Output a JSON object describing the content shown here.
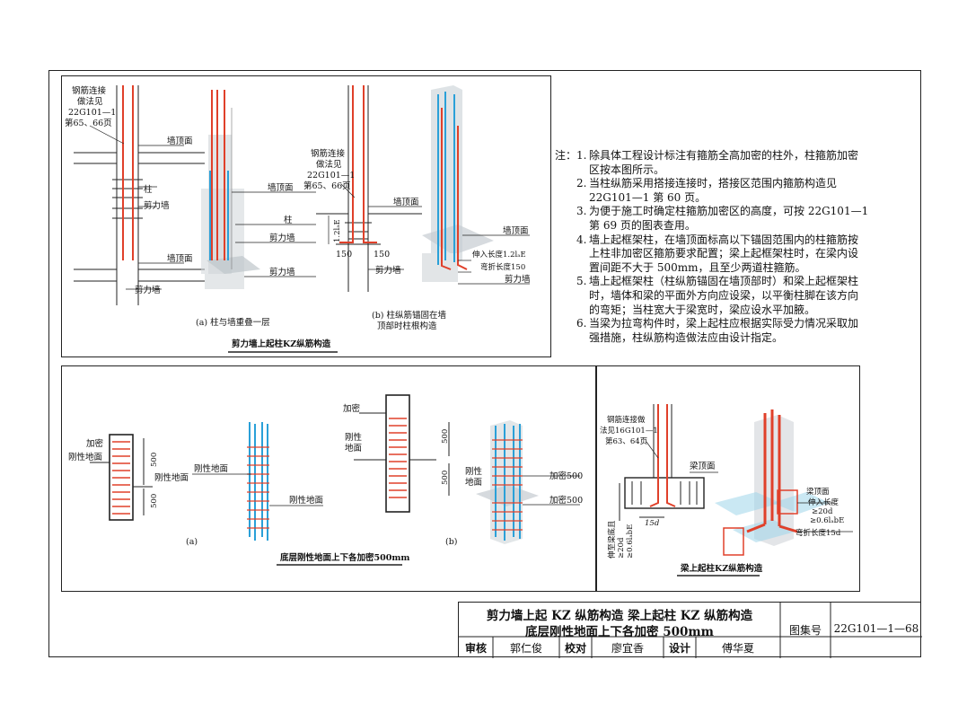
{
  "panel1": {
    "caption": "剪力墙上起柱KZ纵筋构造",
    "sub_a": "(a) 柱与墙重叠一层",
    "sub_b_line1": "(b) 柱纵筋锚固在墙",
    "sub_b_line2": "顶部时柱根构造",
    "note_a": [
      "钢筋连接",
      "做法见",
      "22G101—1",
      "第65、66页"
    ],
    "note_b": [
      "钢筋连接",
      "做法见",
      "22G101—1",
      "第65、66页"
    ],
    "wall_top": "墙顶面",
    "column": "柱",
    "shear_wall": "剪力墙",
    "dim_12lae": "1.2lₐE",
    "dim_150": "150",
    "embed_len": "伸入长度1.2lₐE",
    "bend_len": "弯折长度150"
  },
  "panel2": {
    "caption": "底层刚性地面上下各加密500mm",
    "dense": "加密",
    "rigid_ground": "刚性地面",
    "rigid_ground_2line": [
      "刚性",
      "地面"
    ],
    "dim_500": "500",
    "dense_500": "加密500",
    "sub_a": "(a)",
    "sub_b": "(b)"
  },
  "panel3": {
    "caption": "梁上起柱KZ纵筋构造",
    "note": [
      "钢筋连接做",
      "法见16G101—1",
      "第63、64页"
    ],
    "beam_top": "梁顶面",
    "embed": "伸入长度",
    "embed_v1": "≥20d",
    "embed_v2": "≥0.6lₐbE",
    "bend": "弯折长度15d",
    "dim_15d": "15d",
    "vert_dim": [
      "伸至梁底且",
      "≥20d",
      "≥0.6lₐbE"
    ]
  },
  "notes": {
    "prefix": "注：",
    "items": [
      {
        "n": "1.",
        "lines": [
          "除具体工程设计标注有箍筋全高加密的柱外，柱箍筋加密",
          "区按本图所示。"
        ]
      },
      {
        "n": "2.",
        "lines": [
          "当柱纵筋采用搭接连接时，搭接区范围内箍筋构造见",
          "22G101—1 第 60 页。"
        ]
      },
      {
        "n": "3.",
        "lines": [
          "为便于施工时确定柱箍筋加密区的高度，可按 22G101—1",
          "第 69 页的图表查用。"
        ]
      },
      {
        "n": "4.",
        "lines": [
          "墙上起框架柱，在墙顶面标高以下锚固范围内的柱箍筋按",
          "上柱非加密区箍筋要求配置；梁上起框架柱时，在梁内设",
          "置间距不大于 500mm，且至少两道柱箍筋。"
        ]
      },
      {
        "n": "5.",
        "lines": [
          "墙上起框架柱（柱纵筋锚固在墙顶部时）和梁上起框架柱",
          "时，墙体和梁的平面外方向应设梁，以平衡柱脚在该方向",
          "的弯矩；当柱宽大于梁宽时，梁应设水平加腋。"
        ]
      },
      {
        "n": "6.",
        "lines": [
          "当梁为拉弯构件时，梁上起柱应根据实际受力情况采取加",
          "强措施，柱纵筋构造做法应由设计指定。"
        ]
      }
    ]
  },
  "titleblock": {
    "title1": "剪力墙上起 KZ 纵筋构造   梁上起柱 KZ 纵筋构造",
    "title2": "底层刚性地面上下各加密 500mm",
    "atlas_label": "图集号",
    "atlas_no": "22G101—1—68",
    "review_label": "审核",
    "review_name": "郭仁俊",
    "check_label": "校对",
    "check_name": "廖宜香",
    "design_label": "设计",
    "design_name": "傅华夏"
  },
  "colors": {
    "rebar": "#e0402a",
    "rebar_blue": "#2aa0d8",
    "concrete": "#d9dde0",
    "line": "#222222"
  }
}
